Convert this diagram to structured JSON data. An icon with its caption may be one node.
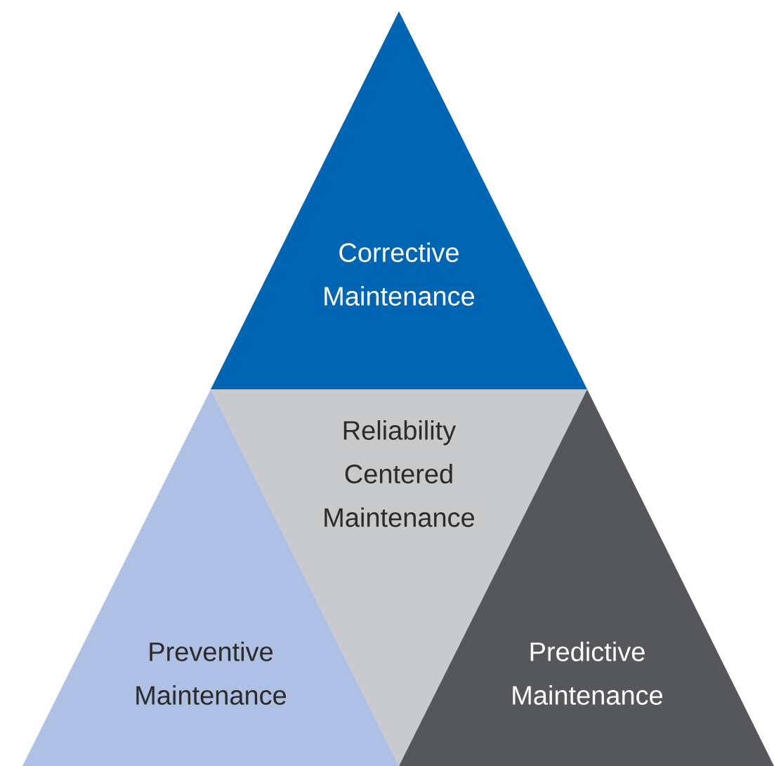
{
  "diagram": {
    "nodes": [
      {
        "text": [
          "Corrective Maintenance"
        ]
      },
      {
        "text": [
          "Reliability Centered Maintenance"
        ]
      },
      {
        "text": [
          "Preventive Maintenance"
        ]
      },
      {
        "text": [
          "Predictive Maintenance"
        ]
      }
    ]
  }
}
